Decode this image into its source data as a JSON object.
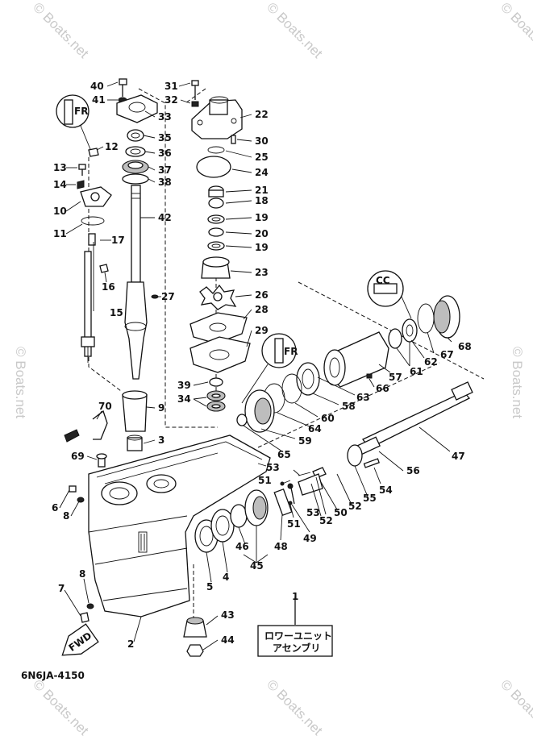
{
  "diagram_code": "6N6JA-4150",
  "watermark_text": "© Boats.net",
  "assembly_note": {
    "line1": "ロワーユニット",
    "line2": "アセンブリ",
    "ref": "1"
  },
  "fwd_label": "FWD",
  "callout_letters": {
    "upper": "FR",
    "middle": "CC",
    "lower": "FR"
  },
  "parts": [
    "1",
    "2",
    "3",
    "4",
    "5",
    "6",
    "7",
    "8",
    "9",
    "10",
    "11",
    "12",
    "13",
    "14",
    "15",
    "16",
    "17",
    "18",
    "19",
    "20",
    "21",
    "22",
    "23",
    "24",
    "25",
    "26",
    "27",
    "28",
    "29",
    "30",
    "31",
    "32",
    "33",
    "34",
    "35",
    "36",
    "37",
    "38",
    "39",
    "40",
    "41",
    "42",
    "43",
    "44",
    "45",
    "46",
    "47",
    "48",
    "49",
    "50",
    "51",
    "52",
    "53",
    "54",
    "55",
    "56",
    "57",
    "58",
    "59",
    "60",
    "61",
    "62",
    "63",
    "64",
    "65",
    "66",
    "67",
    "68",
    "69",
    "70"
  ]
}
